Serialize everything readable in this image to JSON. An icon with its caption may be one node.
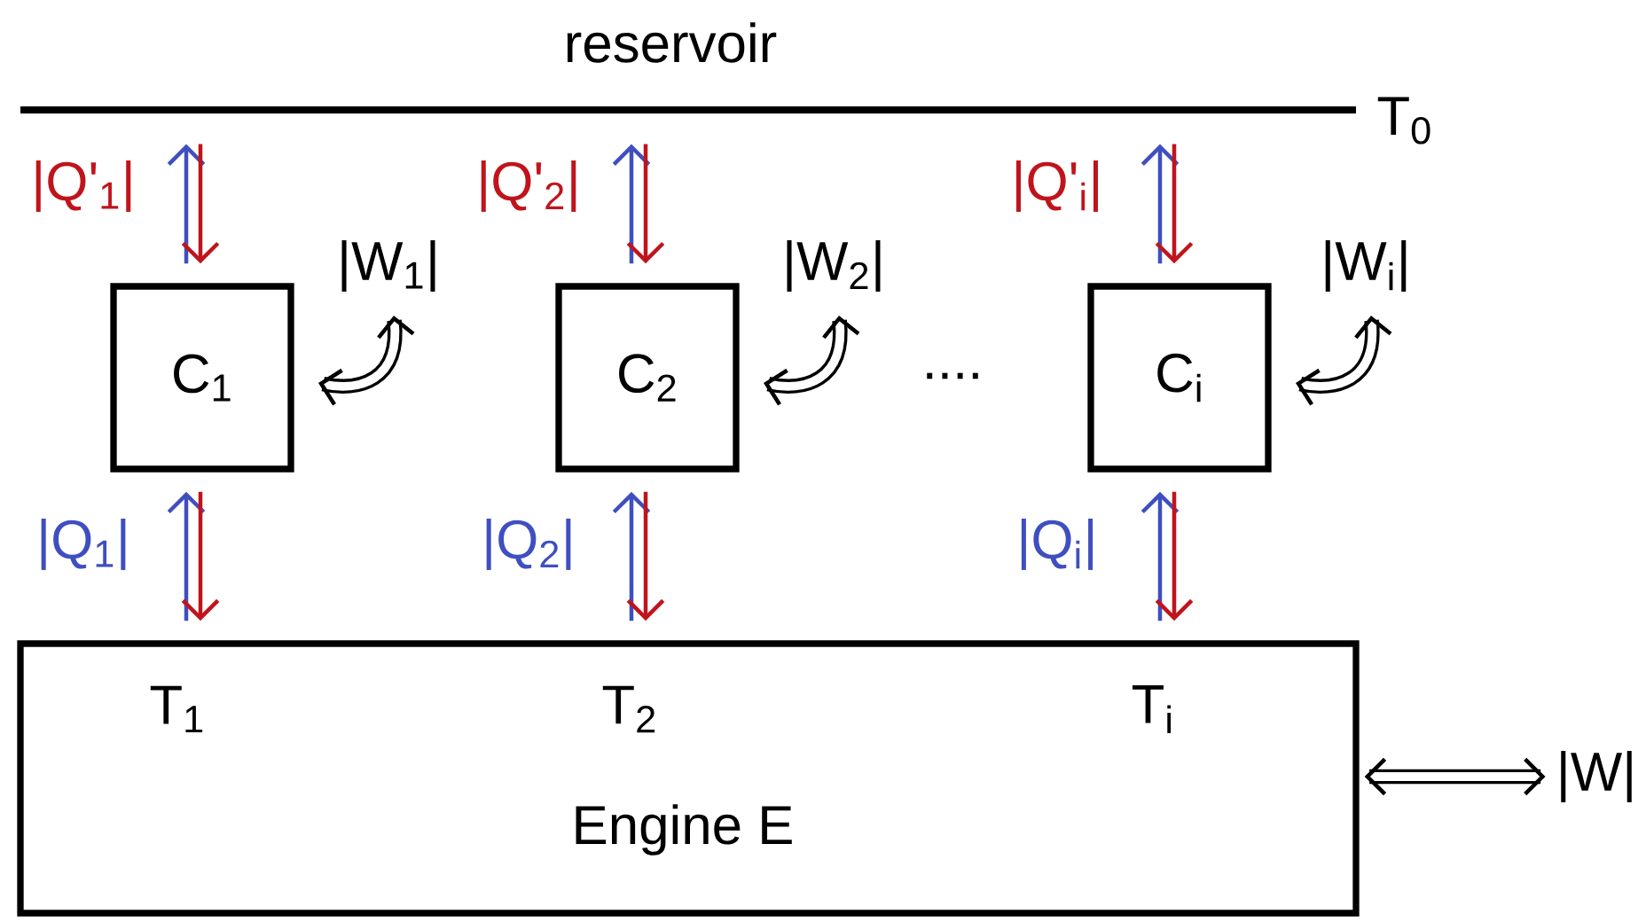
{
  "diagram": {
    "nodes": [
      {
        "text": [
          "reservoir"
        ],
        "beside": [
          "T$_{0}$"
        ]
      },
      {
        "text": [
          "C$_{1}$"
        ]
      },
      {
        "text": [
          "C$_{2}$"
        ]
      },
      {
        "text": [
          "C$_{i}$"
        ]
      },
      {
        "text": [
          "T$_{1}$",
          "T$_{2}$",
          "T$_{i}$",
          "Engine E"
        ]
      },
      {
        "text": [
          "|W|"
        ]
      }
    ],
    "edges": [
      {
        "from": 1,
        "to": 0,
        "arrow": "to",
        "color": "#3f4fc0"
      },
      {
        "from": 0,
        "to": 1,
        "arrow": "to",
        "color": "#c0141c",
        "label": "|Q'$_{1}$|"
      },
      {
        "from": 2,
        "to": 0,
        "arrow": "to",
        "color": "#3f4fc0"
      },
      {
        "from": 0,
        "to": 2,
        "arrow": "to",
        "color": "#c0141c",
        "label": "|Q'$_{2}$|"
      },
      {
        "from": 3,
        "to": 0,
        "arrow": "to",
        "color": "#3f4fc0"
      },
      {
        "from": 0,
        "to": 3,
        "arrow": "to",
        "color": "#c0141c",
        "label": "|Q'$_{i}$|"
      },
      {
        "from": 4,
        "to": 1,
        "arrow": "to",
        "color": "#3f4fc0",
        "label": "|Q$_{1}$|"
      },
      {
        "from": 1,
        "to": 4,
        "arrow": "to",
        "color": "#c0141c"
      },
      {
        "from": 4,
        "to": 2,
        "arrow": "to",
        "color": "#3f4fc0",
        "label": "|Q$_{2}$|"
      },
      {
        "from": 2,
        "to": 4,
        "arrow": "to",
        "color": "#c0141c"
      },
      {
        "from": 4,
        "to": 3,
        "arrow": "to",
        "color": "#3f4fc0",
        "label": "|Q$_{i}$|"
      },
      {
        "from": 3,
        "to": 4,
        "arrow": "to",
        "color": "#c0141c"
      },
      {
        "from": null,
        "to": 1,
        "arrow": "both",
        "label": "|W$_{1}$|",
        "style": "thick",
        "color": "#000000"
      },
      {
        "from": null,
        "to": 2,
        "arrow": "both",
        "label": "|W$_{2}$|",
        "style": "thick",
        "color": "#000000"
      },
      {
        "from": null,
        "to": 3,
        "arrow": "both",
        "label": "|W$_{i}$|",
        "style": "thick",
        "color": "#000000"
      },
      {
        "from": 4,
        "to": 5,
        "arrow": "both",
        "style": "thick",
        "color": "#000000"
      }
    ],
    "labels": [
      "...."
    ]
  }
}
